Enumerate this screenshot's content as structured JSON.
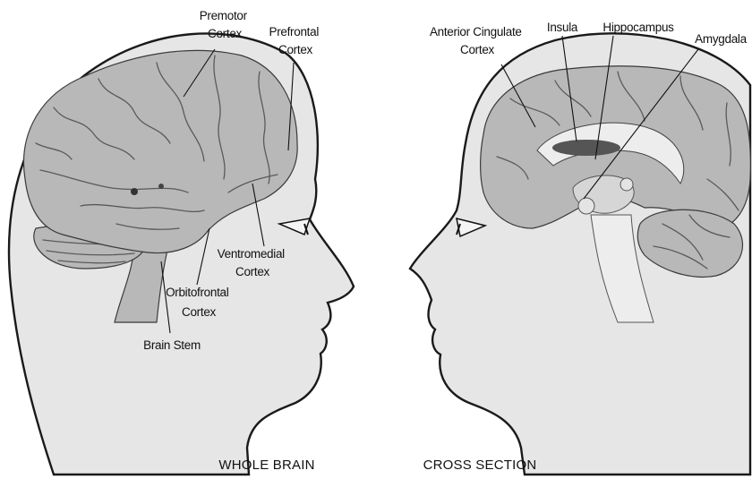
{
  "left_panel": {
    "caption": "WHOLE BRAIN",
    "labels": {
      "premotor": [
        "Premotor",
        "Cortex"
      ],
      "prefrontal": [
        "Prefrontal",
        "Cortex"
      ],
      "ventromedial": [
        "Ventromedial",
        "Cortex"
      ],
      "orbitofrontal": [
        "Orbitofrontal",
        "Cortex"
      ],
      "brain_stem": "Brain Stem"
    }
  },
  "right_panel": {
    "caption": "CROSS SECTION",
    "labels": {
      "anterior_cingulate": [
        "Anterior Cingulate",
        "Cortex"
      ],
      "insula": "Insula",
      "hippocampus": "Hippocampus",
      "amygdala": "Amygdala"
    }
  }
}
